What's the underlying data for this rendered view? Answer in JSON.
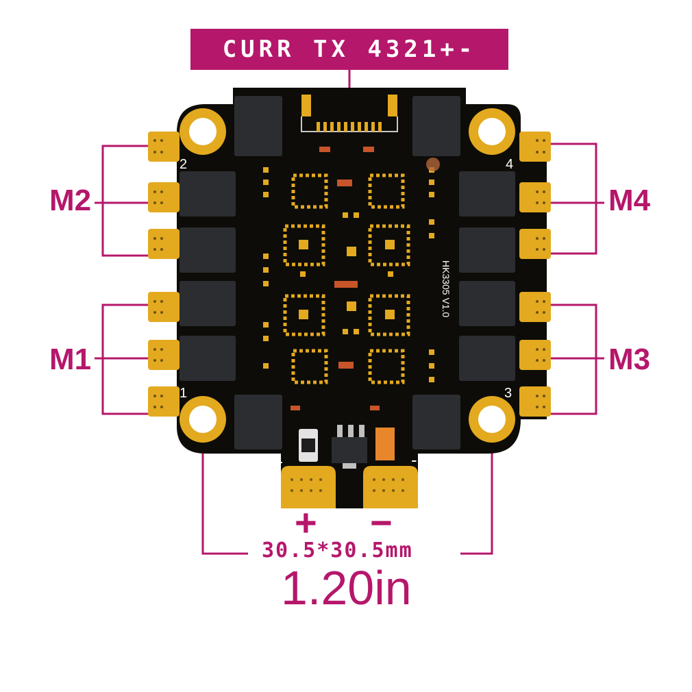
{
  "header": {
    "pin_label": "CURR TX 4321+-"
  },
  "motors": {
    "m1": "M1",
    "m2": "M2",
    "m3": "M3",
    "m4": "M4"
  },
  "board": {
    "corner_numbers": [
      "1",
      "2",
      "3",
      "4"
    ],
    "silk_text": "HK3305 V1.0",
    "plus_silk": "+",
    "minus_silk": "-",
    "pad_plus": "+",
    "pad_minus": "−"
  },
  "dimensions": {
    "metric": "30.5*30.5mm",
    "imperial": "1.20in"
  },
  "colors": {
    "accent": "#b5176b",
    "board": "#0d0c08",
    "gold": "#e3a91f",
    "mosfet": "#2b2d31"
  }
}
